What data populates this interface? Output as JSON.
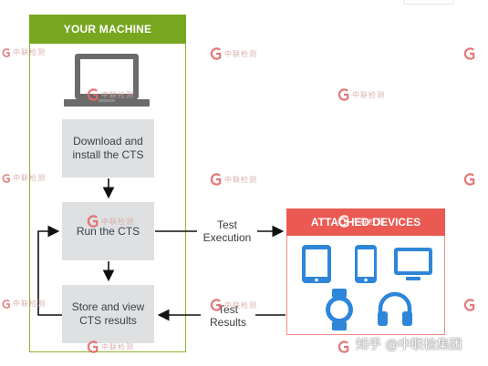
{
  "diagram": {
    "machine_title": "YOUR MACHINE",
    "devices_title": "ATTACHED DEVICES",
    "steps": {
      "download": "Download and\ninstall the CTS",
      "run": "Run the CTS",
      "store": "Store and view\nCTS results"
    },
    "labels": {
      "test_execution": "Test\nExecution",
      "test_results": "Test\nResults"
    }
  },
  "watermark": {
    "logo_text": "中联检测",
    "zhihu": "知乎 @中联检集团"
  },
  "colors": {
    "machine_header": "#76a71f",
    "machine_border": "#8db52b",
    "devices_header": "#ea5a52",
    "devices_border": "#f08a86",
    "step_box": "#dfe0e1",
    "device_icon": "#2e86d9",
    "laptop_icon": "#6b6b6b"
  }
}
